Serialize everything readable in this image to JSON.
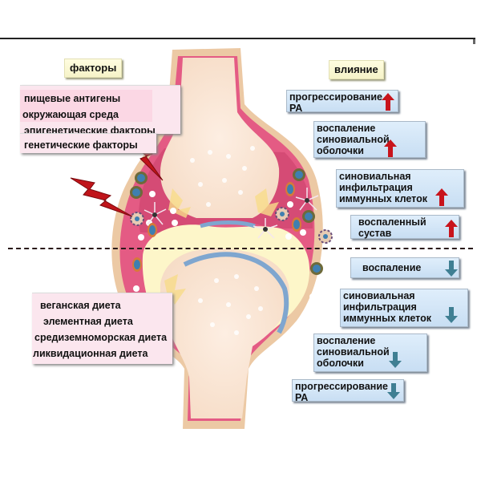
{
  "headers": {
    "factors": "факторы",
    "influence": "влияние"
  },
  "risk_factors": [
    "пищевые антигены",
    "окружающая среда",
    "эпигенетические факторы",
    "генетические факторы"
  ],
  "diets": [
    "веганская диета",
    "элементная диета",
    "средиземноморская диета",
    "ликвидационная диета"
  ],
  "effects_increase": [
    {
      "text": "прогрессирование\nРА",
      "direction": "up"
    },
    {
      "text": "воспаление\nсиновиальной\nоболочки",
      "direction": "up"
    },
    {
      "text": "синовиальная\nинфильтрация\nиммунных клеток",
      "direction": "up"
    },
    {
      "text": "воспаленный\nсустав",
      "direction": "up"
    }
  ],
  "effects_decrease": [
    {
      "text": "воспаление",
      "direction": "down"
    },
    {
      "text": "синовиальная\nинфильтрация\nиммунных клеток",
      "direction": "down"
    },
    {
      "text": "воспаление\nсиновиальной\nоболочки",
      "direction": "down"
    },
    {
      "text": "прогрессирование\nРА",
      "direction": "down"
    }
  ],
  "colors": {
    "up_arrow": "#c8141c",
    "down_arrow": "#3f7f93",
    "synovium": "#e0557f",
    "bone": "#f9e2d0",
    "bone_outline": "#e8c39a",
    "cartilage": "#fdf6c9",
    "cartilage_line": "#7fa6cf",
    "lightning": "#c0141a"
  }
}
